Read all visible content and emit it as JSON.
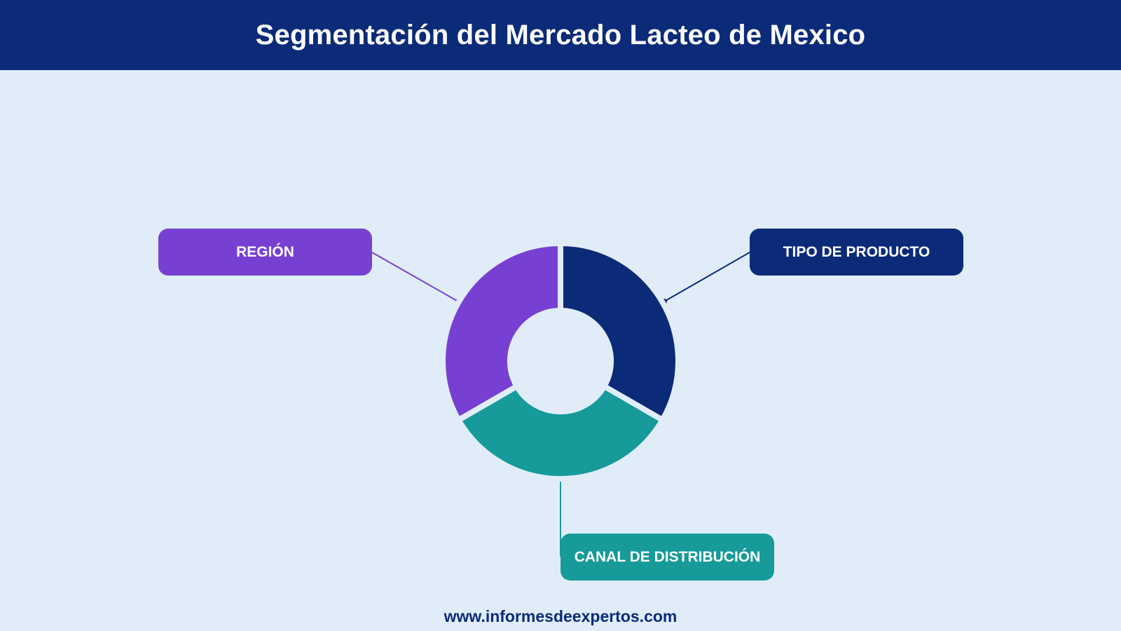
{
  "header": {
    "title": "Segmentación del Mercado Lacteo de Mexico"
  },
  "diagram": {
    "segments": [
      {
        "label": "TIPO DE PRODUCTO",
        "color": "#0b2b78"
      },
      {
        "label": "CANAL DE DISTRIBUCIÓN",
        "color": "#169a9a"
      },
      {
        "label": "REGIÓN",
        "color": "#7840d2"
      }
    ]
  },
  "footer": {
    "url": "www.informesdeexpertos.com"
  }
}
